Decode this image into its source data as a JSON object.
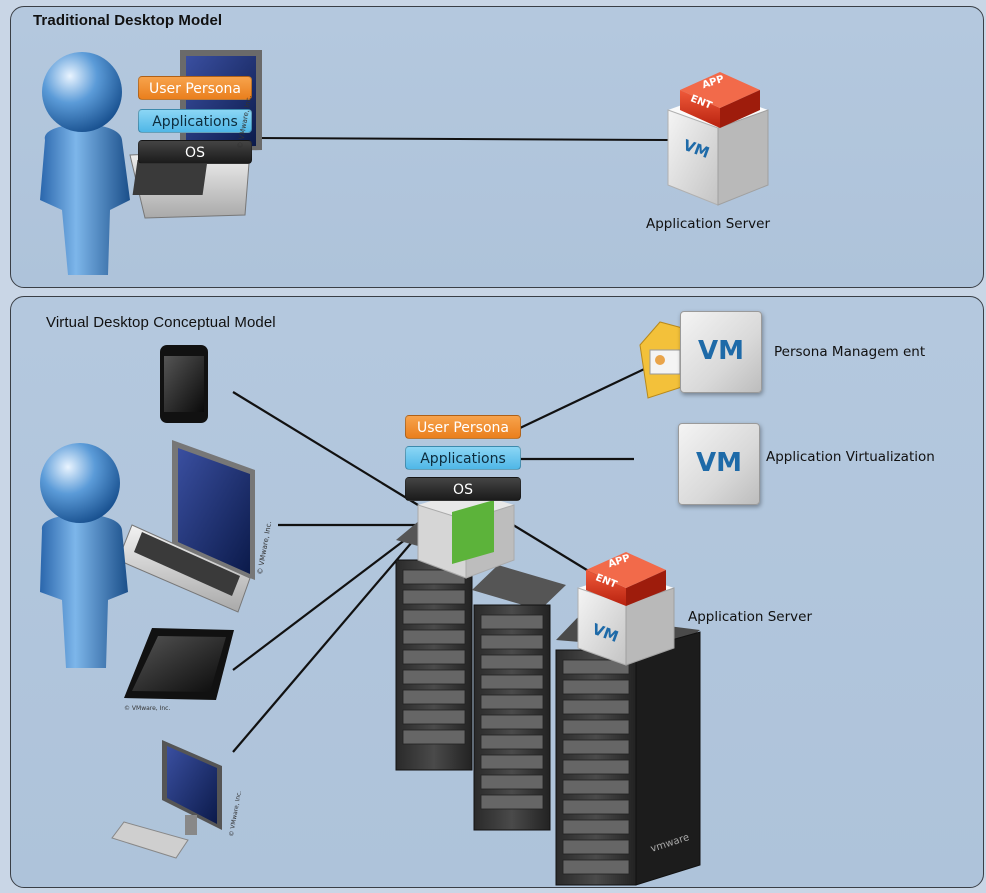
{
  "top_panel": {
    "title": "Traditional Desktop Model",
    "stack": {
      "persona": "User Persona",
      "applications": "Applications",
      "os": "OS"
    },
    "server": {
      "caption": "Application Server",
      "cube_top": "APP",
      "cube_badge": "ENT",
      "cube_face": "VM"
    }
  },
  "bottom_panel": {
    "title": "Virtual Desktop Conceptual Model",
    "stack": {
      "persona": "User Persona",
      "applications": "Applications",
      "os": "OS"
    },
    "persona_mgmt": {
      "caption": "Persona Managem ent",
      "tile": "VM"
    },
    "app_virt": {
      "caption": "Application Virtualization",
      "tile": "VM"
    },
    "server": {
      "caption": "Application Server",
      "cube_top": "APP",
      "cube_badge": "ENT",
      "cube_face": "VM"
    },
    "rack_brand": "vmware"
  },
  "colors": {
    "panel_bg": "#b4c8de",
    "persona": "#ea7f1d",
    "applications": "#4fb7e7",
    "os": "#1b1b1b",
    "vm_text": "#1e6aa8",
    "cube_red": "#d8301a"
  },
  "copyright": "© VMware, Inc."
}
